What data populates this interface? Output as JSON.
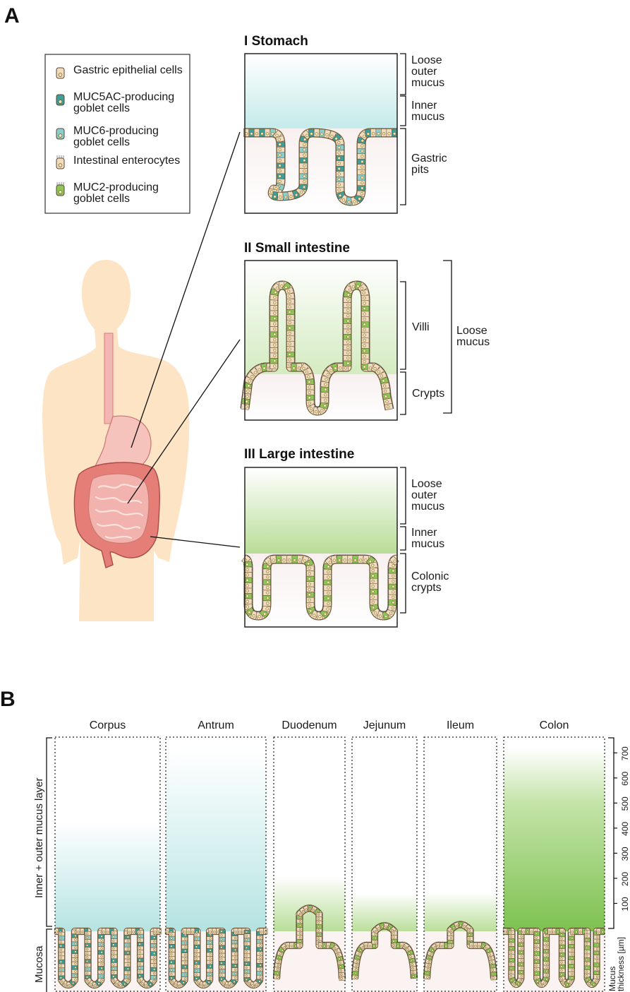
{
  "panel_a": {
    "letter": "A",
    "legend": [
      {
        "label": "Gastric epithelial cells",
        "cell": "gastric"
      },
      {
        "label": "MUC5AC-producing goblet cells",
        "cell": "muc5ac"
      },
      {
        "label": "MUC6-producing goblet cells",
        "cell": "muc6"
      },
      {
        "label": "Intestinal enterocytes",
        "cell": "enterocyte"
      },
      {
        "label": "MUC2-producing goblet cells",
        "cell": "muc2"
      }
    ],
    "stomach": {
      "numeral": "I",
      "title": "Stomach",
      "labels": {
        "outer": "Loose outer mucus",
        "inner": "Inner mucus",
        "pits": "Gastric pits"
      }
    },
    "small_intestine": {
      "numeral": "II",
      "title": "Small intestine",
      "labels": {
        "villi": "Villi",
        "crypts": "Crypts",
        "loose": "Loose mucus"
      }
    },
    "large_intestine": {
      "numeral": "III",
      "title": "Large intestine",
      "labels": {
        "outer": "Loose outer mucus",
        "inner": "Inner mucus",
        "crypts": "Colonic crypts"
      }
    }
  },
  "panel_b": {
    "letter": "B",
    "regions": [
      {
        "name": "Corpus",
        "mucus_um": 430,
        "type": "gastric"
      },
      {
        "name": "Antrum",
        "mucus_um": 710,
        "type": "gastric"
      },
      {
        "name": "Duodenum",
        "mucus_um": 210,
        "type": "small"
      },
      {
        "name": "Jejunum",
        "mucus_um": 140,
        "type": "small"
      },
      {
        "name": "Ileum",
        "mucus_um": 145,
        "type": "small"
      },
      {
        "name": "Colon",
        "mucus_um": 720,
        "type": "colon"
      }
    ],
    "left_labels": {
      "mucus": "Inner + outer mucus layer",
      "mucosa": "Mucosa"
    },
    "axis": {
      "label": "Mucus thickness [µm]",
      "ticks": [
        100,
        200,
        300,
        400,
        500,
        600,
        700
      ],
      "max": 760
    },
    "colors": {
      "gastric_mucus": "#a8dcdc",
      "intestinal_mucus": "#7cc14e",
      "muc5ac": "#3e9e9a",
      "muc6": "#8acfcf",
      "muc2": "#8cc758",
      "epithelium": "#f1dcc0"
    }
  }
}
